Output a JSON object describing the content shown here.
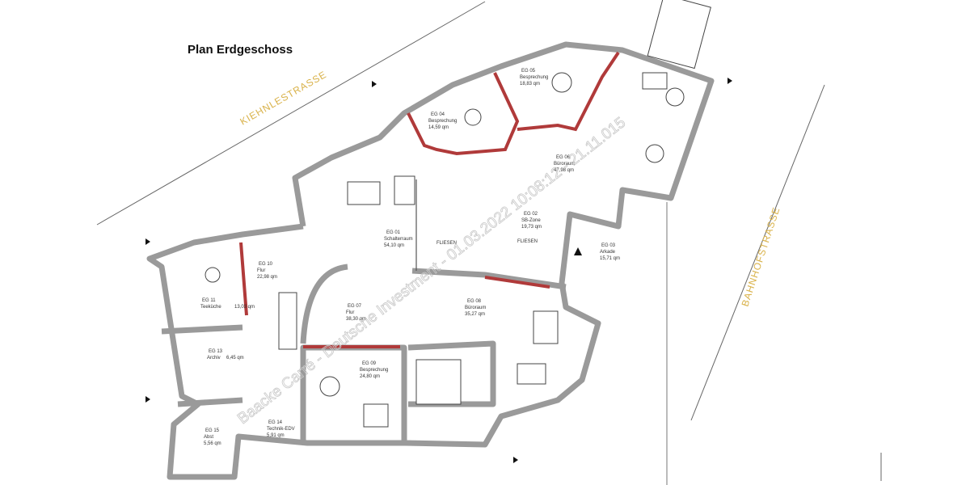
{
  "title": "Plan Erdgeschoss",
  "streets": {
    "north": "KIEHNLESTRASSE",
    "east": "BAHNHOFSTRASSE"
  },
  "watermark": "Baacke Carré - Deutsche Investment - 01.03.2022 10:08:12 - 21.11.015",
  "floor_marks": [
    "FLIESEN",
    "FLIESEN"
  ],
  "rooms": [
    {
      "id": "EG 04",
      "name": "Besprechung",
      "area": "14,59 qm"
    },
    {
      "id": "EG 05",
      "name": "Besprechung",
      "area": "18,83 qm"
    },
    {
      "id": "EG 06",
      "name": "Büroraum",
      "area": "47,98 qm"
    },
    {
      "id": "EG 01",
      "name": "Schalterraum",
      "area": "54,10 qm"
    },
    {
      "id": "EG 02",
      "name": "SB-Zone",
      "area": "19,73 qm"
    },
    {
      "id": "EG 03",
      "name": "Arkade",
      "area": "15,71 qm"
    },
    {
      "id": "EG 08",
      "name": "Büroraum",
      "area": "35,27 qm"
    },
    {
      "id": "EG 07",
      "name": "Flur",
      "area": "38,30 qm"
    },
    {
      "id": "EG 09",
      "name": "Besprechung",
      "area": "24,80 qm"
    },
    {
      "id": "EG 10",
      "name": "Flur",
      "area": "22,98 qm"
    },
    {
      "id": "EG 11",
      "name": "Teeküche",
      "area": "13,03 qm"
    },
    {
      "id": "EG 13",
      "name": "Archiv",
      "area": "6,45 qm"
    },
    {
      "id": "EG 14",
      "name": "Technik-EDV",
      "area": "5,91 qm"
    },
    {
      "id": "EG 15",
      "name": "Abst",
      "area": "5,56 qm"
    }
  ],
  "colors": {
    "wall": "#9a9a9a",
    "new_wall": "#b03a3a",
    "street_label": "#d9b24a"
  }
}
